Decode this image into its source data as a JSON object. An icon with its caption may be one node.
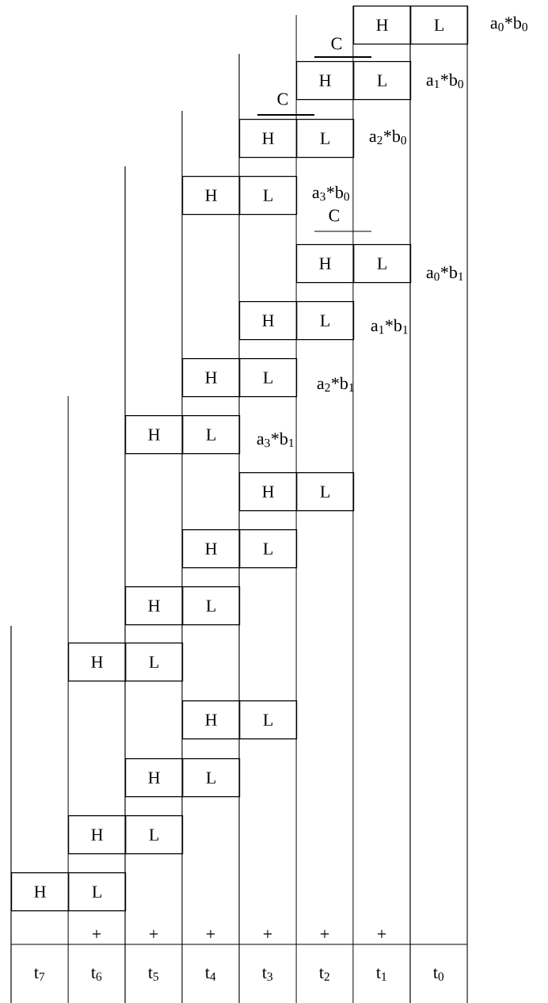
{
  "diagram": {
    "nodes": [
      {
        "text": [
          "H"
        ]
      },
      {
        "text": [
          "L"
        ]
      },
      {
        "text": [
          "H"
        ]
      },
      {
        "text": [
          "L"
        ]
      },
      {
        "text": [
          "H"
        ]
      },
      {
        "text": [
          "L"
        ]
      },
      {
        "text": [
          "H"
        ]
      },
      {
        "text": [
          "L"
        ]
      },
      {
        "text": [
          "H"
        ]
      },
      {
        "text": [
          "L"
        ]
      },
      {
        "text": [
          "H"
        ]
      },
      {
        "text": [
          "L"
        ]
      },
      {
        "text": [
          "H"
        ]
      },
      {
        "text": [
          "L"
        ]
      },
      {
        "text": [
          "H"
        ]
      },
      {
        "text": [
          "L"
        ]
      },
      {
        "text": [
          "H"
        ]
      },
      {
        "text": [
          "L"
        ]
      },
      {
        "text": [
          "H"
        ]
      },
      {
        "text": [
          "L"
        ]
      },
      {
        "text": [
          "H"
        ]
      },
      {
        "text": [
          "L"
        ]
      },
      {
        "text": [
          "H"
        ]
      },
      {
        "text": [
          "L"
        ]
      },
      {
        "text": [
          "H"
        ]
      },
      {
        "text": [
          "L"
        ]
      },
      {
        "text": [
          "H"
        ]
      },
      {
        "text": [
          "L"
        ]
      },
      {
        "text": [
          "H"
        ]
      },
      {
        "text": [
          "L"
        ]
      },
      {
        "text": [
          "H"
        ]
      },
      {
        "text": [
          "L"
        ]
      }
    ],
    "labels": [
      "a$_{0}$*b$_{0}$",
      "C",
      "a$_{1}$*b$_{0}$",
      "C",
      "a$_{2}$*b$_{0}$",
      "a$_{3}$*b$_{0}$",
      "C",
      "a$_{0}$*b$_{1}$",
      "a$_{1}$*b$_{1}$",
      "a$_{2}$*b$_{1}$",
      "a$_{3}$*b$_{1}$",
      "+",
      "+",
      "+",
      "+",
      "+",
      "+",
      "t$_{7}$",
      "t$_{6}$",
      "t$_{5}$",
      "t$_{4}$",
      "t$_{3}$",
      "t$_{2}$",
      "t$_{1}$",
      "t$_{0}$"
    ]
  }
}
